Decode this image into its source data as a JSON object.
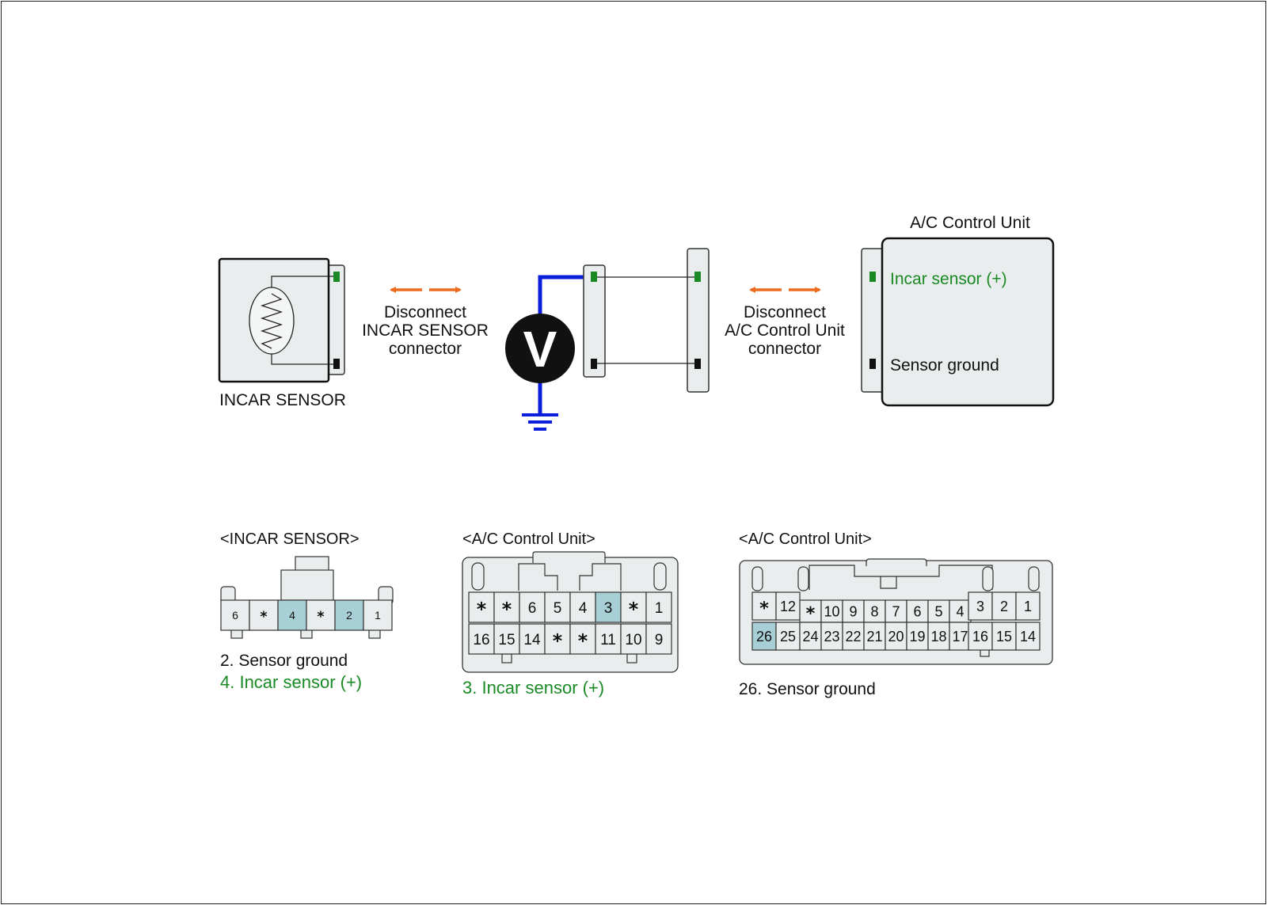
{
  "colors": {
    "wire": "#0a1edc",
    "arrow": "#ee6a1e",
    "green": "#1a8a25",
    "connector_fill": "#e9eded",
    "highlight": "#a9cfd6"
  },
  "top": {
    "incar_sensor_label": "INCAR SENSOR",
    "disconnect_incar": [
      "Disconnect",
      "INCAR SENSOR",
      "connector"
    ],
    "voltmeter_symbol": "V",
    "disconnect_acu": [
      "Disconnect",
      "A/C Control Unit",
      "connector"
    ],
    "acu_title": "A/C Control Unit",
    "acu_pin_plus": "Incar sensor (+)",
    "acu_pin_ground": "Sensor ground"
  },
  "connectors": {
    "incar": {
      "title": "<INCAR SENSOR>",
      "pins": [
        "6",
        "*",
        "4",
        "*",
        "2",
        "1"
      ],
      "highlight": [
        "4",
        "2"
      ],
      "notes": [
        {
          "text": "2. Sensor ground",
          "color": "#111111"
        },
        {
          "text": "4. Incar sensor (+)",
          "color": "#1a8a25"
        }
      ]
    },
    "acu_a": {
      "title": "<A/C Control Unit>",
      "row1": [
        "*",
        "*",
        "6",
        "5",
        "4",
        "3",
        "*",
        "1"
      ],
      "row2": [
        "16",
        "15",
        "14",
        "*",
        "*",
        "11",
        "10",
        "9"
      ],
      "highlight": [
        "3"
      ],
      "notes": [
        {
          "text": "3. Incar sensor (+)",
          "color": "#1a8a25"
        }
      ]
    },
    "acu_b": {
      "title": "<A/C Control Unit>",
      "row1_left": [
        "*",
        "12"
      ],
      "row1_mid": [
        "*",
        "10",
        "9",
        "8",
        "7",
        "6",
        "5",
        "4"
      ],
      "row1_right": [
        "3",
        "2",
        "1"
      ],
      "row2_left": [
        "26",
        "25"
      ],
      "row2_mid": [
        "24",
        "23",
        "22",
        "21",
        "20",
        "19",
        "18",
        "17"
      ],
      "row2_right": [
        "16",
        "15",
        "14"
      ],
      "highlight": [
        "26"
      ],
      "notes": [
        {
          "text": "26. Sensor ground",
          "color": "#111111"
        }
      ]
    }
  }
}
